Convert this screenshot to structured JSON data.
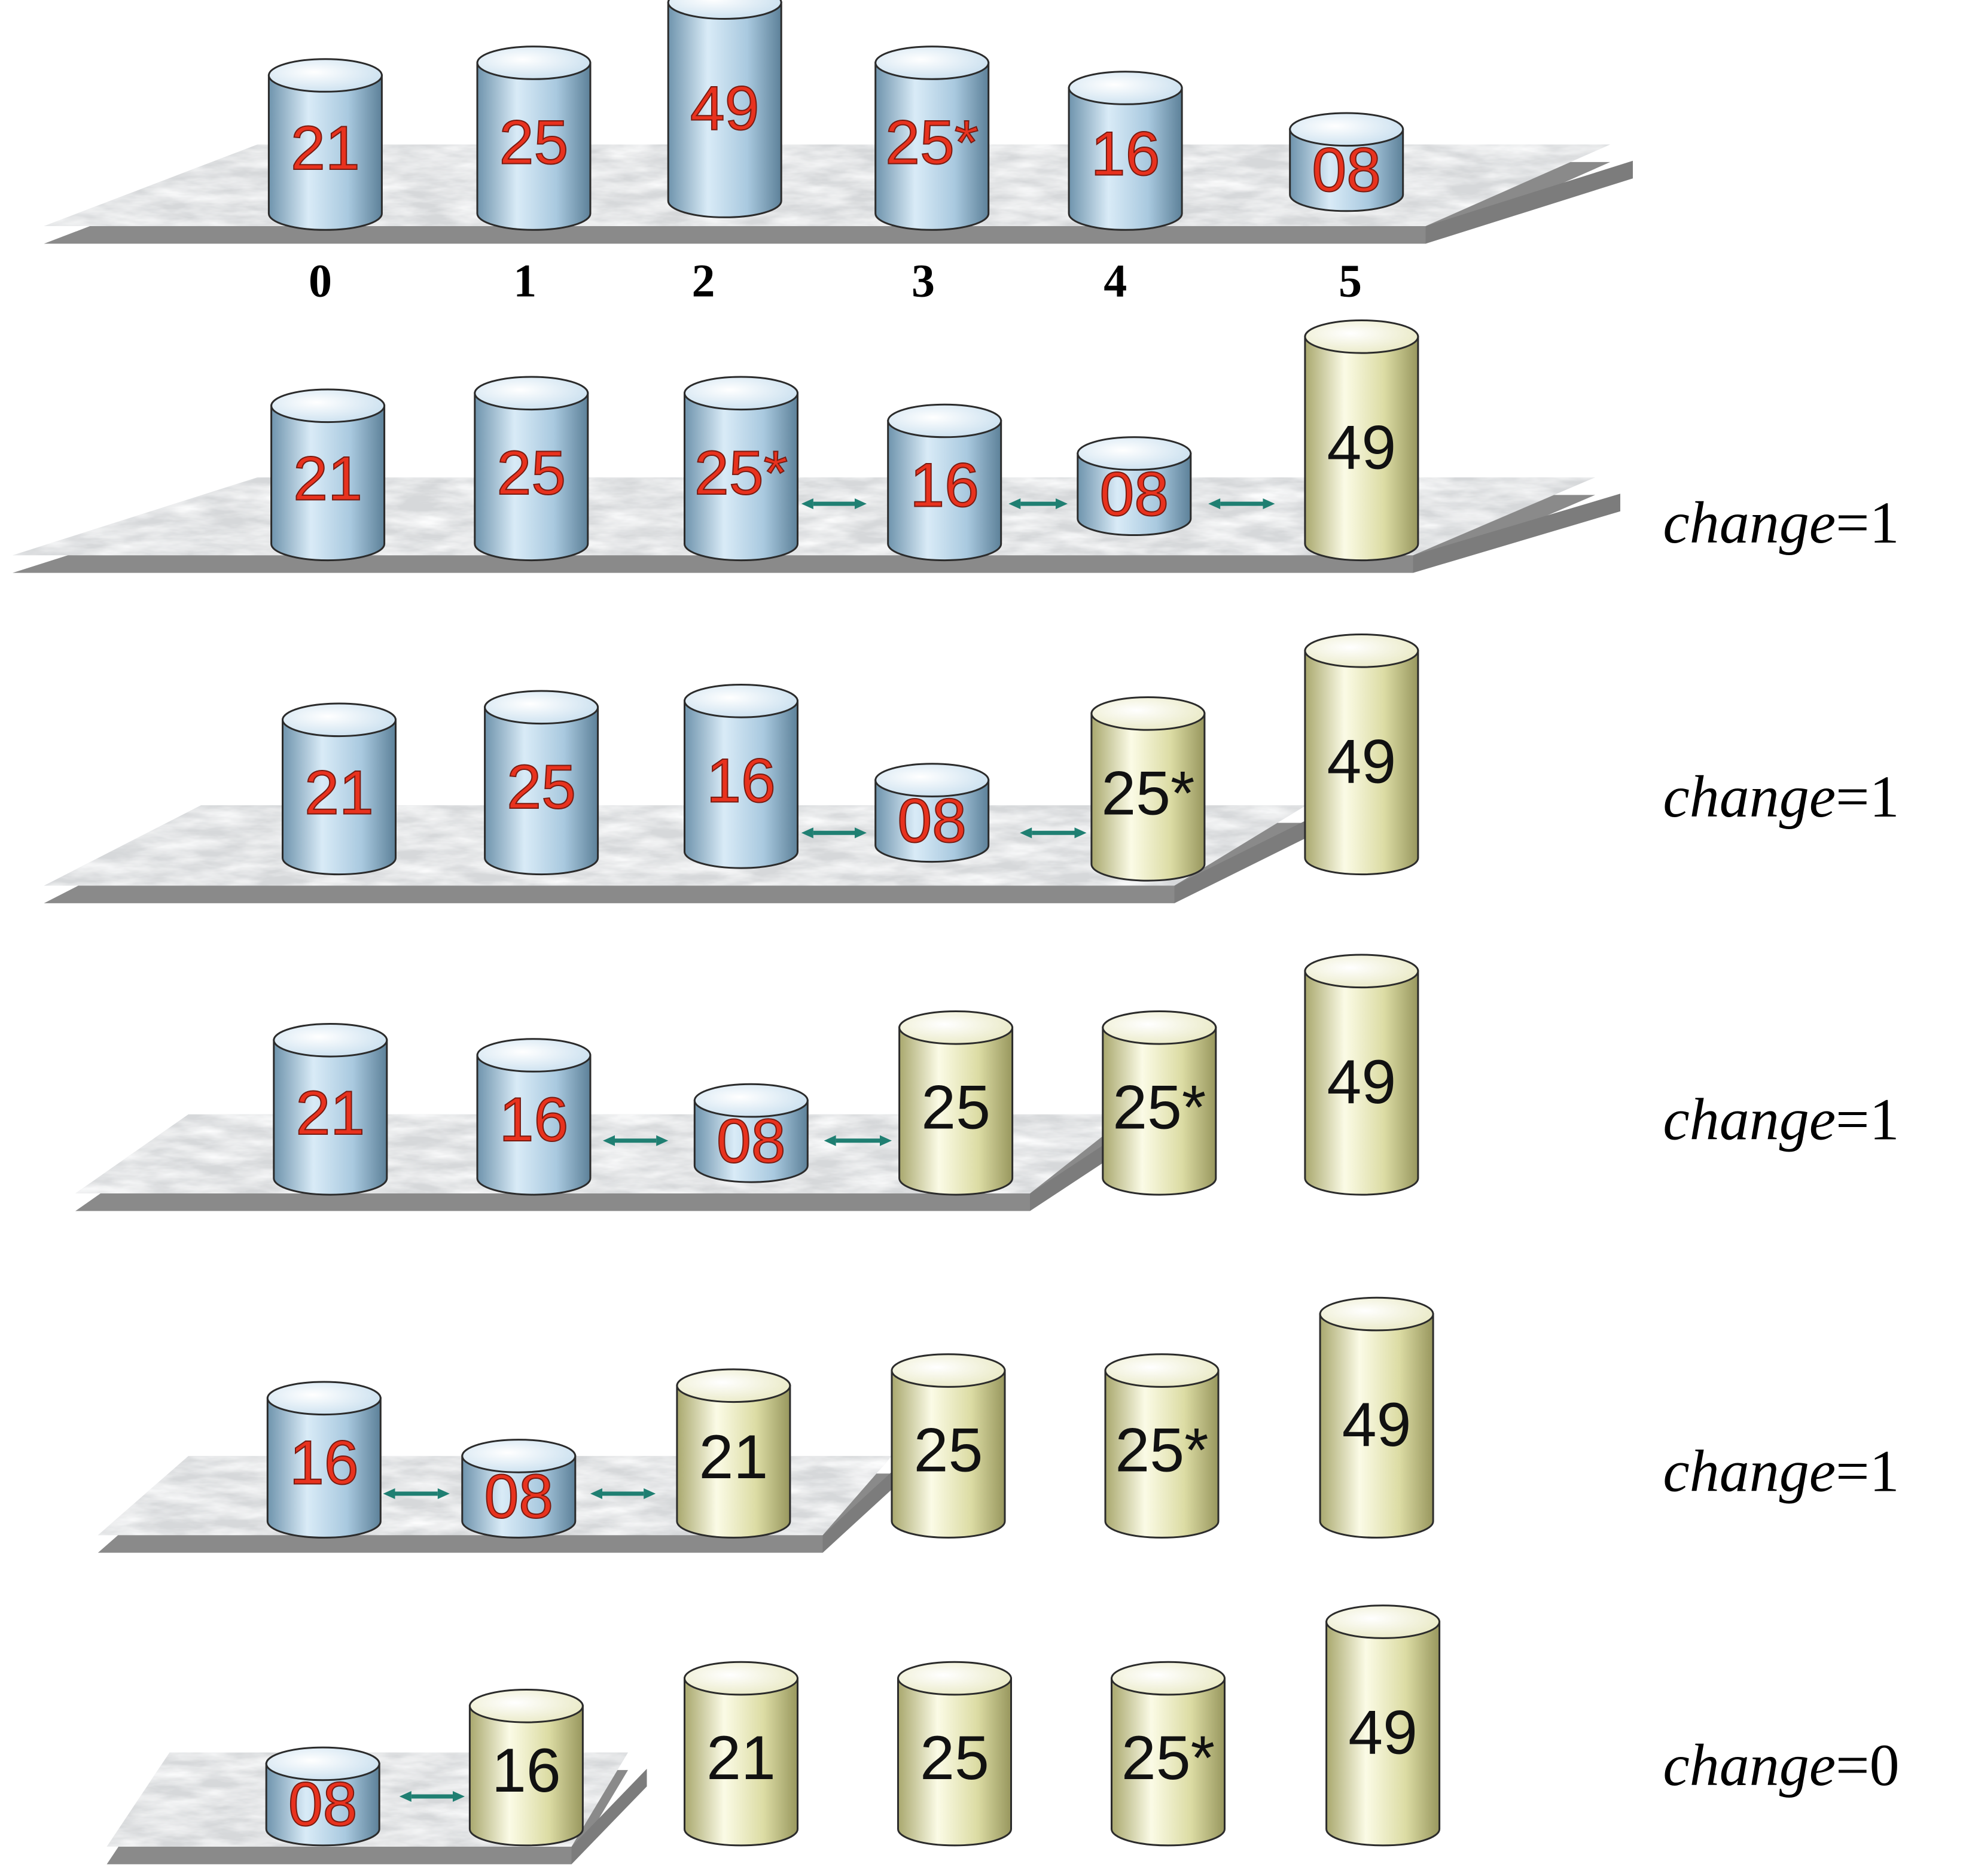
{
  "indices": [
    "0",
    "1",
    "2",
    "3",
    "4",
    "5"
  ],
  "colors": {
    "unsorted_top": "#eaf4fb",
    "unsorted_side": "#a9c9df",
    "sorted_top": "#fbfbea",
    "sorted_side": "#dcdca4",
    "unsorted_text": "#e8321e",
    "sorted_text": "#111111",
    "arrow": "#1f7f72",
    "platform": "#d6d8da",
    "platform_shadow": "#8a8a8a"
  },
  "rows": [
    {
      "items": [
        {
          "label": "21",
          "state": "unsorted"
        },
        {
          "label": "25",
          "state": "unsorted"
        },
        {
          "label": "49",
          "state": "unsorted"
        },
        {
          "label": "25*",
          "state": "unsorted"
        },
        {
          "label": "16",
          "state": "unsorted"
        },
        {
          "label": "08",
          "state": "unsorted"
        }
      ],
      "change": ""
    },
    {
      "items": [
        {
          "label": "21",
          "state": "unsorted"
        },
        {
          "label": "25",
          "state": "unsorted"
        },
        {
          "label": "25*",
          "state": "unsorted"
        },
        {
          "label": "16",
          "state": "unsorted"
        },
        {
          "label": "08",
          "state": "unsorted"
        },
        {
          "label": "49",
          "state": "sorted"
        }
      ],
      "change": "=1"
    },
    {
      "items": [
        {
          "label": "21",
          "state": "unsorted"
        },
        {
          "label": "25",
          "state": "unsorted"
        },
        {
          "label": "16",
          "state": "unsorted"
        },
        {
          "label": "08",
          "state": "unsorted"
        },
        {
          "label": "25*",
          "state": "sorted"
        },
        {
          "label": "49",
          "state": "sorted"
        }
      ],
      "change": "=1"
    },
    {
      "items": [
        {
          "label": "21",
          "state": "unsorted"
        },
        {
          "label": "16",
          "state": "unsorted"
        },
        {
          "label": "08",
          "state": "unsorted"
        },
        {
          "label": "25",
          "state": "sorted"
        },
        {
          "label": "25*",
          "state": "sorted"
        },
        {
          "label": "49",
          "state": "sorted"
        }
      ],
      "change": "=1"
    },
    {
      "items": [
        {
          "label": "16",
          "state": "unsorted"
        },
        {
          "label": "08",
          "state": "unsorted"
        },
        {
          "label": "21",
          "state": "sorted"
        },
        {
          "label": "25",
          "state": "sorted"
        },
        {
          "label": "25*",
          "state": "sorted"
        },
        {
          "label": "49",
          "state": "sorted"
        }
      ],
      "change": "=1"
    },
    {
      "items": [
        {
          "label": "08",
          "state": "unsorted"
        },
        {
          "label": "16",
          "state": "sorted"
        },
        {
          "label": "21",
          "state": "sorted"
        },
        {
          "label": "25",
          "state": "sorted"
        },
        {
          "label": "25*",
          "state": "sorted"
        },
        {
          "label": "49",
          "state": "sorted"
        }
      ],
      "change": "=0"
    }
  ],
  "change_word": "change"
}
